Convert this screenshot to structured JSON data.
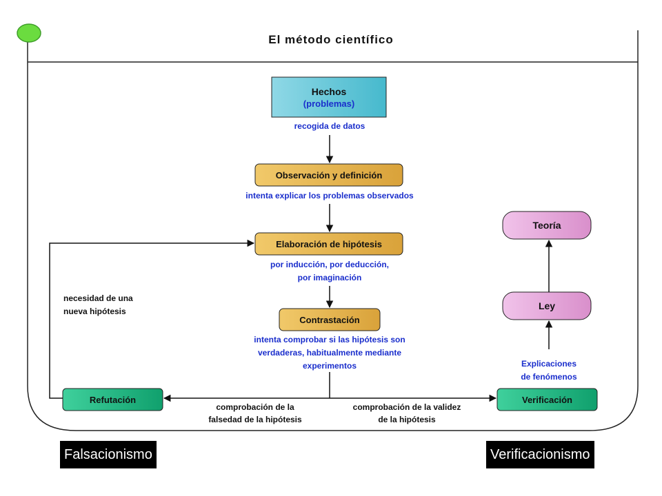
{
  "title": "El método científico",
  "nodes": {
    "hechos": {
      "title": "Hechos",
      "subtitle": "(problemas)"
    },
    "observacion": "Observación y definición",
    "elaboracion": "Elaboración de hipótesis",
    "contrastacion": "Contrastación",
    "refutacion": "Refutación",
    "verificacion": "Verificación",
    "ley": "Ley",
    "teoria": "Teoría"
  },
  "annotations": {
    "recogida": "recogida de datos",
    "intenta_explicar": "intenta explicar los problemas observados",
    "por_induccion_1": "por inducción, por deducción,",
    "por_induccion_2": "por imaginación",
    "intenta_comprobar_1": "intenta comprobar si las hipótesis son",
    "intenta_comprobar_2": "verdaderas, habitualmente mediante",
    "intenta_comprobar_3": "experimentos",
    "necesidad_1": "necesidad de una",
    "necesidad_2": "nueva hipótesis",
    "falsedad_1": "comprobación de la",
    "falsedad_2": "falsedad de la hipótesis",
    "validez_1": "comprobación de la validez",
    "validez_2": "de la hipótesis",
    "explicaciones_1": "Explicaciones",
    "explicaciones_2": "de fenómenos"
  },
  "tags": {
    "left": "Falsacionismo",
    "right": "Verificacionismo"
  },
  "colors": {
    "hechos": "#5cc5d6",
    "gold": "#e9b64a",
    "green": "#18b57e",
    "pink": "#e6a0d6",
    "annotation": "#1a2ecc",
    "dot": "#6bdc3f"
  }
}
